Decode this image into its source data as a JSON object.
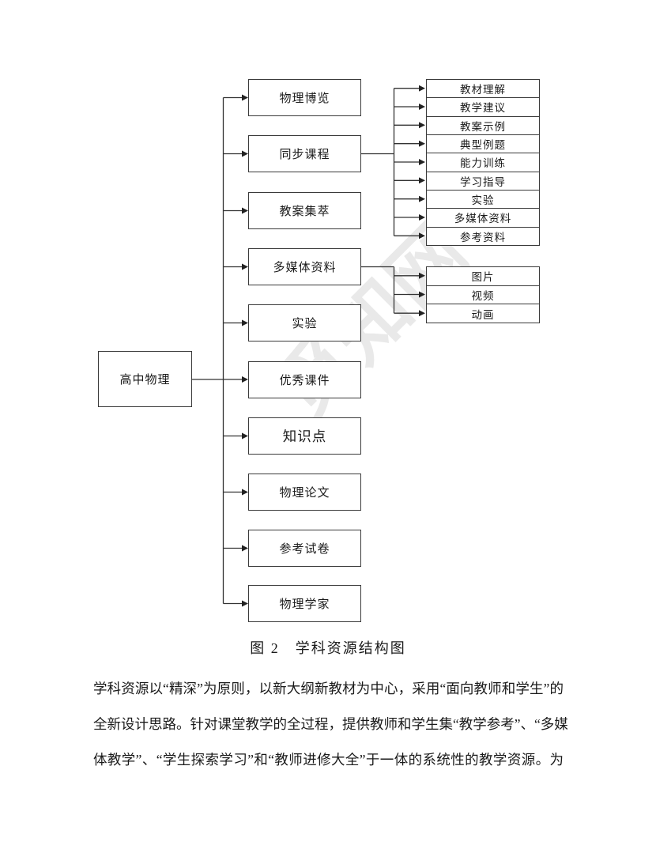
{
  "watermark": {
    "text": "觅知网"
  },
  "diagram": {
    "root": {
      "label": "高中物理"
    },
    "level1": [
      {
        "label": "物理博览"
      },
      {
        "label": "同步课程"
      },
      {
        "label": "教案集萃"
      },
      {
        "label": "多媒体资料"
      },
      {
        "label": "实验"
      },
      {
        "label": "优秀课件"
      },
      {
        "label": "知识点"
      },
      {
        "label": "物理论文"
      },
      {
        "label": "参考试卷"
      },
      {
        "label": "物理学家"
      }
    ],
    "sync_course_children": [
      "教材理解",
      "教学建议",
      "教案示例",
      "典型例题",
      "能力训练",
      "学习指导",
      "实验",
      "多媒体资料",
      "参考资料"
    ],
    "multimedia_children": [
      "图片",
      "视频",
      "动画"
    ]
  },
  "caption": "图 2　学科资源结构图",
  "paragraph": {
    "lines": [
      "学科资源以“精深”为原则，以新大纲新教材为中心，采用“面向教师和学生”的",
      "全新设计思路。针对课堂教学的全过程，提供教师和学生集“教学参考”、“多媒",
      "体教学”、“学生探索学习”和“教师进修大全”于一体的系统性的教学资源。为"
    ]
  },
  "colors": {
    "line": "#333333",
    "box_border": "#3a3a3a",
    "text": "#1a1a1a",
    "watermark_gray": "#e2e2e2"
  }
}
